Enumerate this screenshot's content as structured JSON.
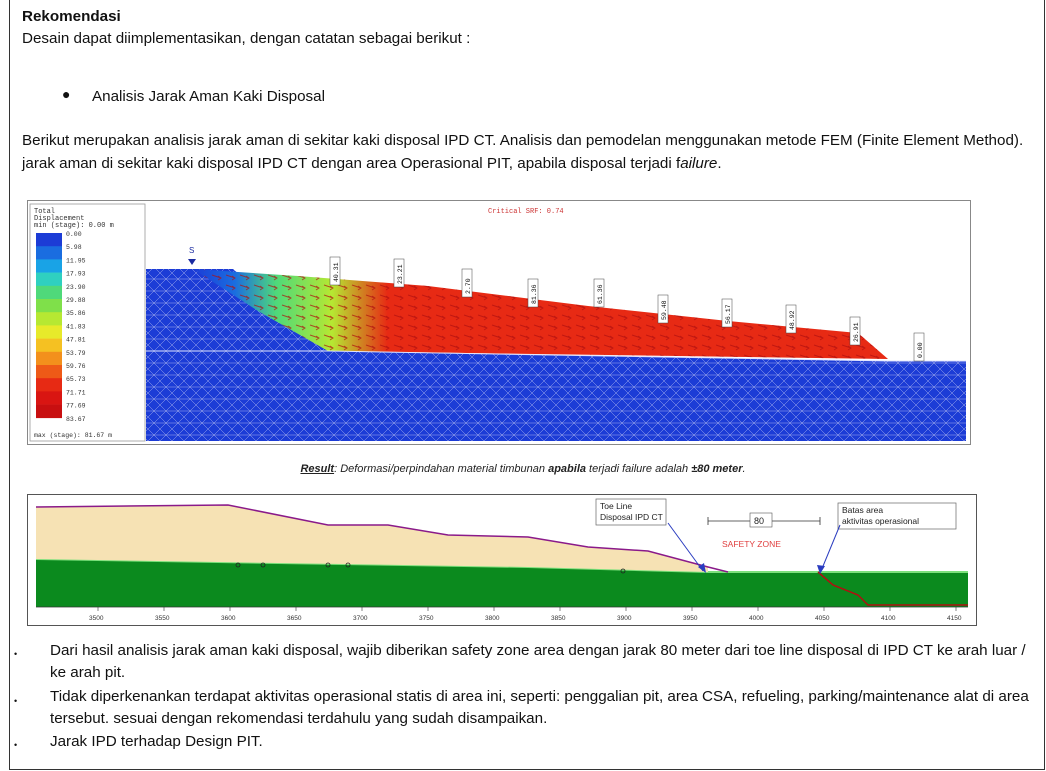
{
  "heading": "Rekomendasi",
  "intro": "Desain dapat diimplementasikan, dengan catatan sebagai berikut :",
  "bullet1": "Analisis Jarak Aman Kaki Disposal",
  "paragraph": {
    "text": "Berikut merupakan analisis jarak aman di sekitar kaki disposal IPD CT. Analisis dan pemodelan menggunakan metode FEM (Finite Element Method). jarak aman di sekitar kaki disposal IPD CT dengan area Operasional PIT, apabila disposal terjadi f",
    "italic": "ailure",
    "end": "."
  },
  "fem_figure": {
    "critical_srf": "Critical SRF: 0.74",
    "legend_title": "Total\nDisplacement\nmin (stage): 0.00 m",
    "legend_values": [
      "0.00",
      "5.98",
      "11.95",
      "17.93",
      "23.90",
      "29.88",
      "35.86",
      "41.83",
      "47.81",
      "53.79",
      "59.76",
      "65.73",
      "71.71",
      "77.69",
      "83.67"
    ],
    "legend_max": "max (stage): 81.67 m",
    "colors": [
      "#1c3cd6",
      "#1a6de0",
      "#19a3e6",
      "#2fd0c0",
      "#4fd97a",
      "#7fe04a",
      "#b6e832",
      "#e7ea2a",
      "#f5c122",
      "#f3901c",
      "#ee5a17",
      "#e72a14",
      "#d91512",
      "#c80f10"
    ],
    "station_marker": "S",
    "labels": [
      "40.31",
      "23.21",
      "2.70",
      "81.36",
      "61.36",
      "59.48",
      "56.17",
      "48.92",
      "26.91",
      "0.00"
    ]
  },
  "caption": {
    "result": "Result",
    "pre": ": Deformasi/perpindahan material timbunan ",
    "bold1": "apabila",
    "mid": " terjadi failure adalah ",
    "bold2": "±80 meter",
    "end": "."
  },
  "profile_figure": {
    "toe_label_1": "Toe Line",
    "toe_label_2": "Disposal IPD CT",
    "distance": "80",
    "safety_zone": "SAFETY ZONE",
    "batas_1": "Batas area",
    "batas_2": "aktivitas operasional",
    "x_ticks": [
      "3500",
      "3550",
      "3600",
      "3650",
      "3700",
      "3750",
      "3800",
      "3850",
      "3900",
      "3950",
      "4000",
      "4050",
      "4100",
      "4150"
    ]
  },
  "list": [
    "Dari hasil analisis jarak aman kaki disposal, wajib diberikan safety zone area dengan jarak 80 meter dari toe line disposal di IPD CT ke arah luar / ke arah pit.",
    "Tidak diperkenankan terdapat aktivitas operasional statis di area ini, seperti: penggalian pit, area CSA, refueling, parking/maintenance alat di area tersebut. sesuai dengan rekomendasi terdahulu yang sudah disampaikan.",
    "Jarak IPD terhadap Design PIT."
  ],
  "bullet_glyph": "•",
  "small_bullet": "●"
}
